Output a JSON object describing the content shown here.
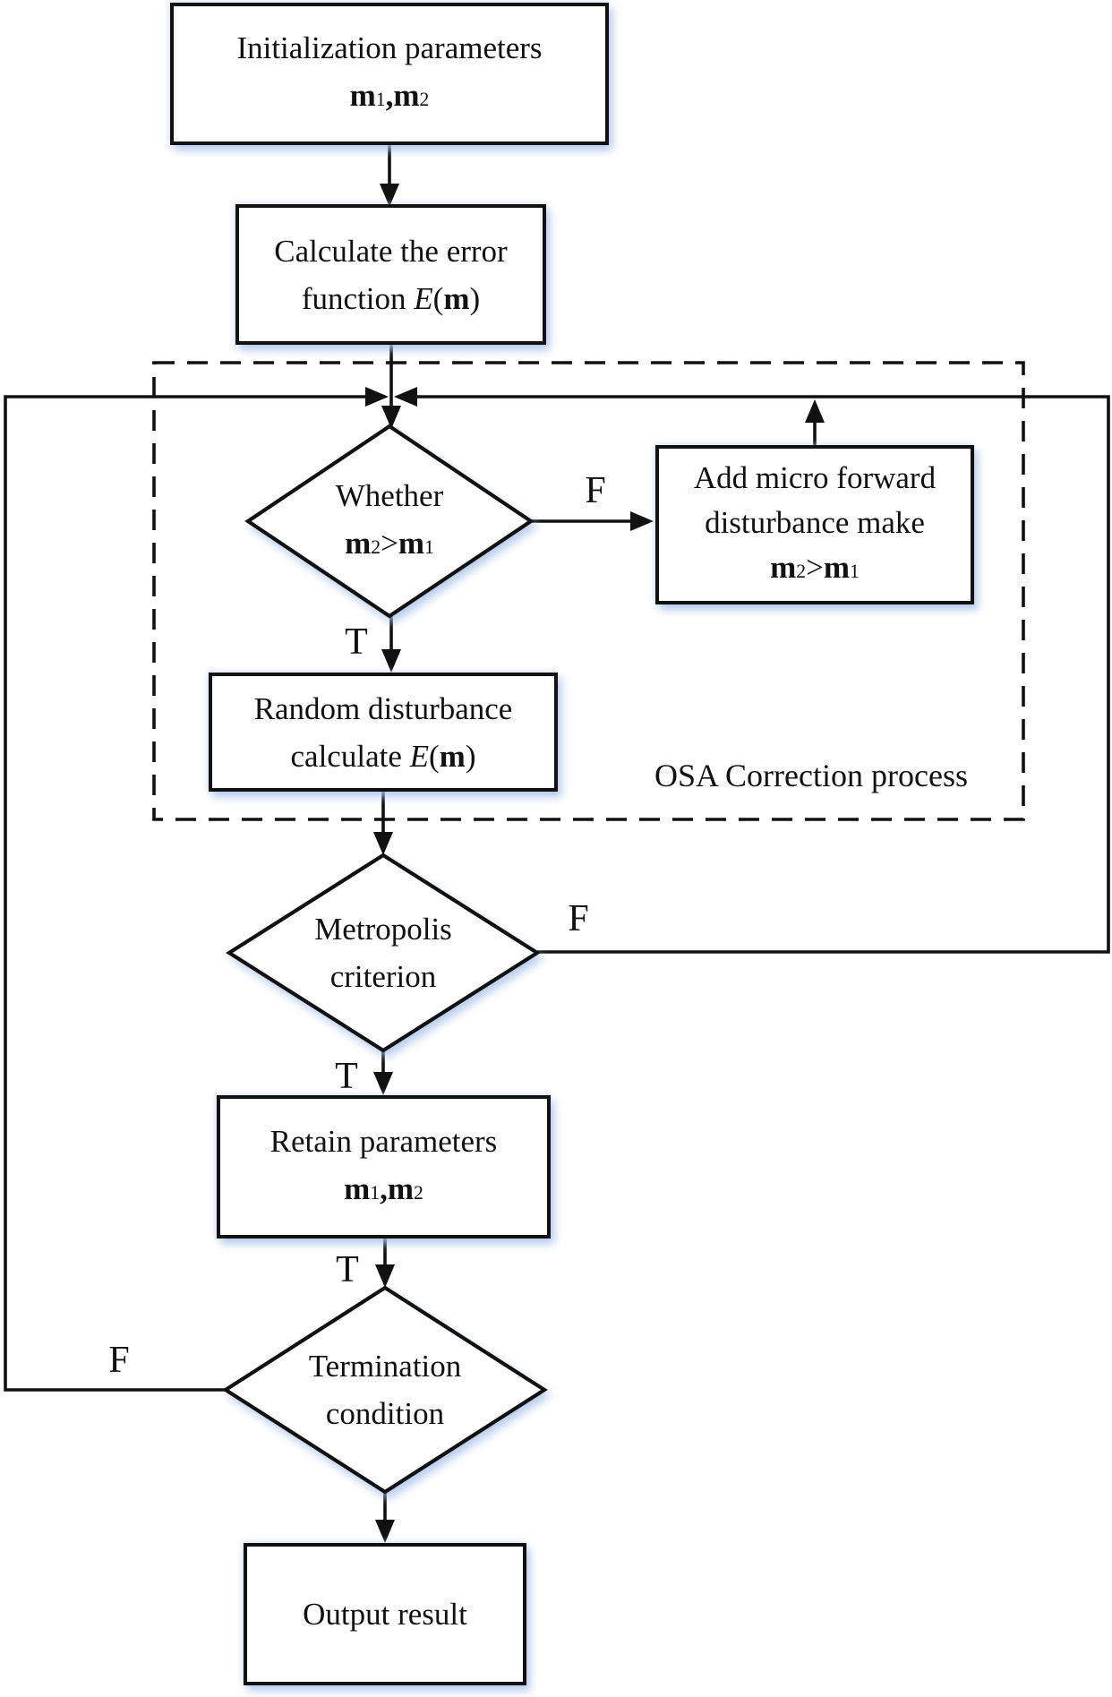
{
  "figure": {
    "type": "flowchart",
    "description": "Optimized simulated annealing inversion flowchart"
  },
  "colors": {
    "line": "#111111",
    "node_fill": "#ffffff",
    "background": "#ffffff",
    "shadow_glow": "#a8c0e7"
  },
  "fragments": {
    "E": "E",
    "m": "m",
    "one": "1",
    "two": "2",
    "comma": ",",
    "gt": ">",
    "open": "(",
    "close": ")"
  },
  "nodes": {
    "init": {
      "line1": "Initialization parameters"
    },
    "calc": {
      "line1": "Calculate the error",
      "line2_prefix": "function "
    },
    "whether": {
      "line1": "Whether"
    },
    "add_micro": {
      "line1": "Add micro forward",
      "line2": "disturbance make"
    },
    "random": {
      "line1": "Random disturbance",
      "line2_prefix": "calculate "
    },
    "osa": {
      "label": "OSA Correction process"
    },
    "metropolis": {
      "line1": "Metropolis",
      "line2": "criterion"
    },
    "retain": {
      "line1": "Retain parameters"
    },
    "termination": {
      "line1": "Termination",
      "line2": "condition"
    },
    "output": {
      "line1": "Output result"
    }
  },
  "edge_labels": {
    "whether_f": "F",
    "whether_t": "T",
    "metropolis_f": "F",
    "metropolis_t": "T",
    "retain_t": "T",
    "termination_f": "F"
  }
}
